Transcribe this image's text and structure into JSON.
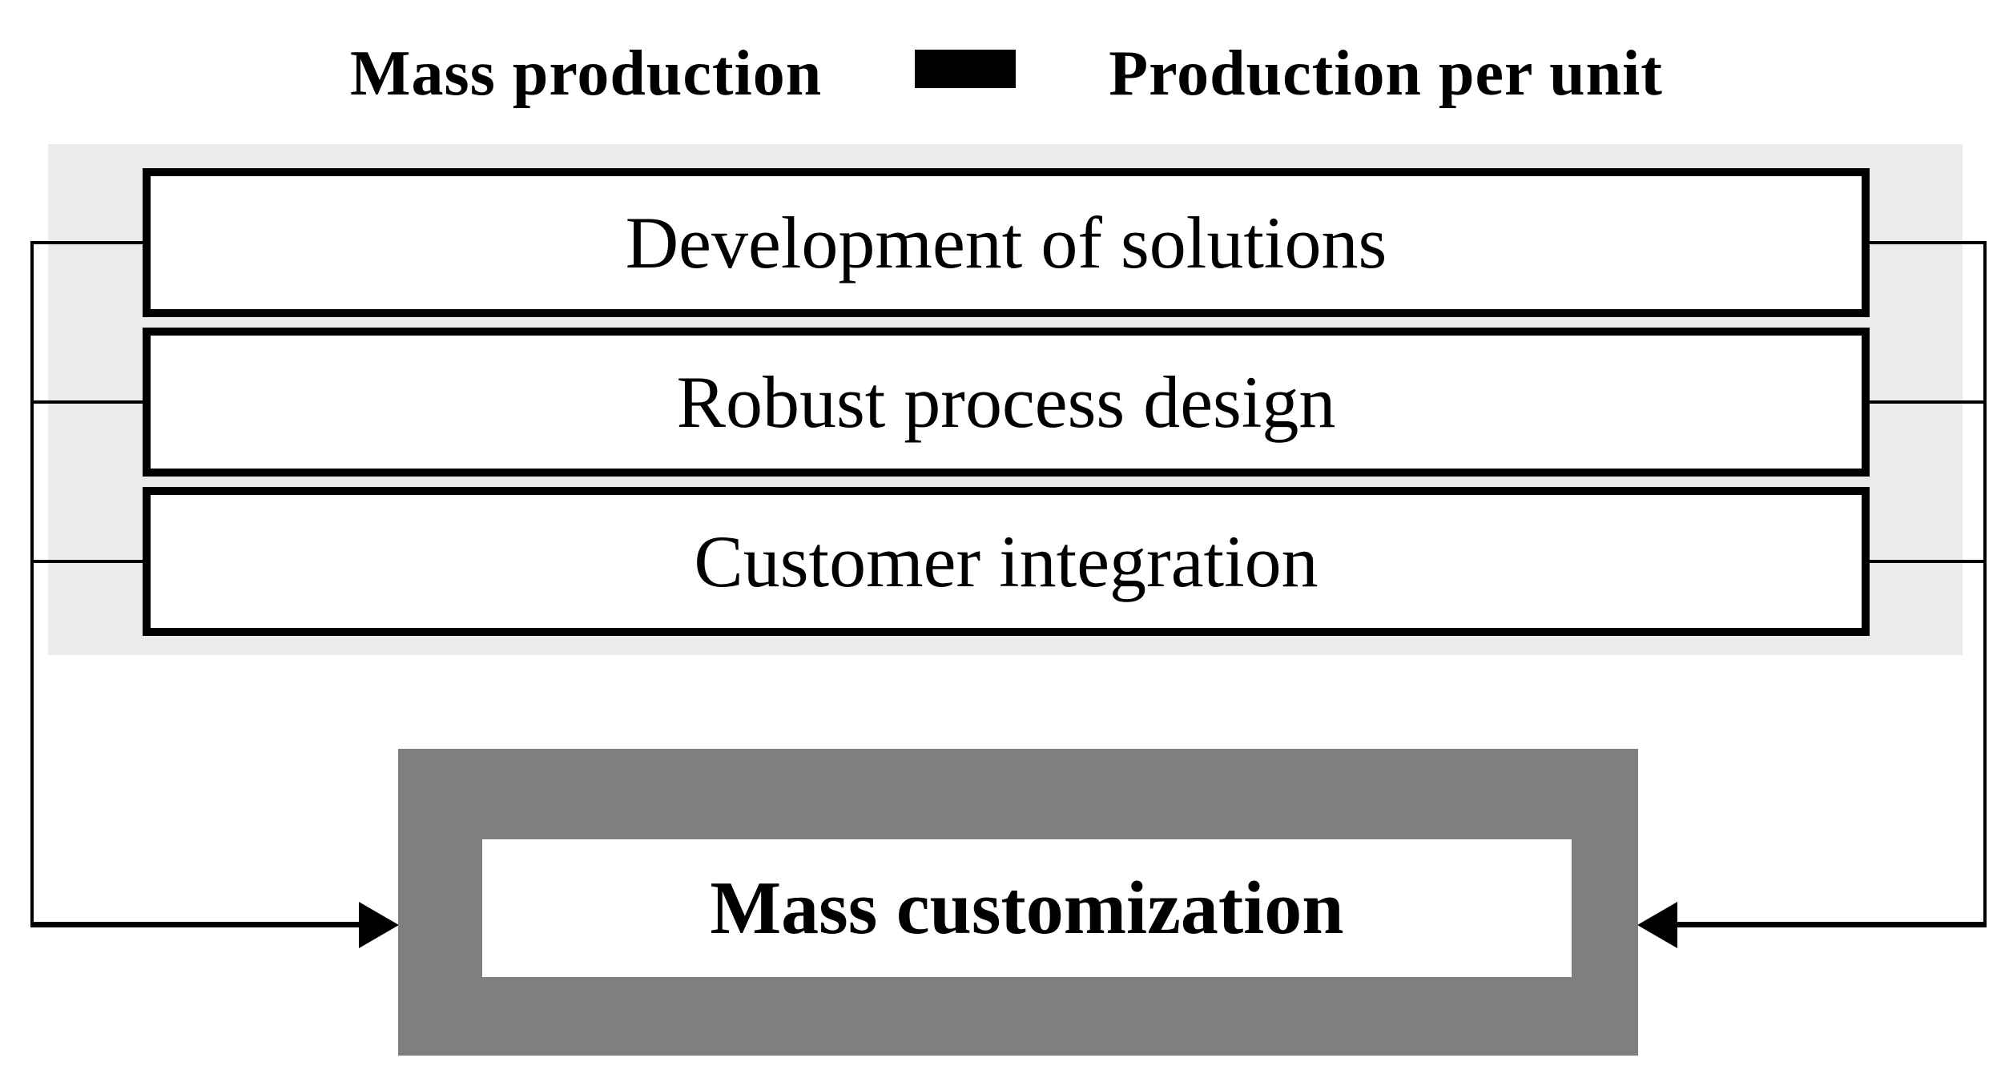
{
  "legend": {
    "left_label": "Mass production",
    "symbol": "black-bar-icon",
    "right_label": "Production per unit"
  },
  "pillars": [
    {
      "label": "Development of solutions"
    },
    {
      "label": "Robust process design"
    },
    {
      "label": "Customer integration"
    }
  ],
  "target": {
    "label": "Mass customization"
  },
  "colors": {
    "panel_bg": "#ebebeb",
    "frame_bg": "#7f7f7f",
    "box_bg": "#ffffff",
    "line": "#000000",
    "text": "#000000"
  }
}
